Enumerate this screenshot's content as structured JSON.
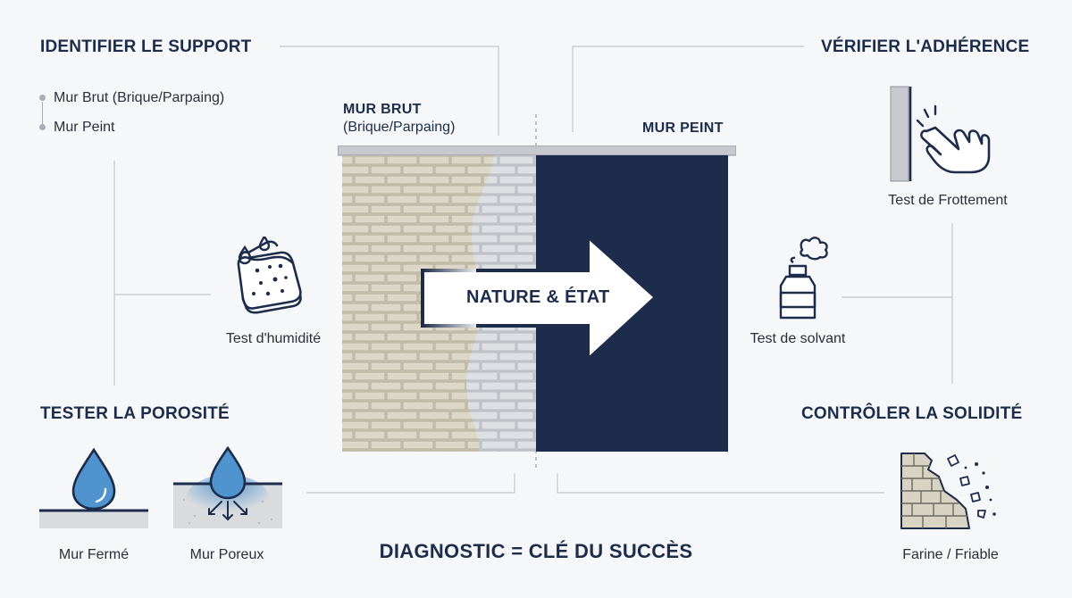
{
  "headings": {
    "identify": "IDENTIFIER LE SUPPORT",
    "adhesion": "VÉRIFIER L'ADHÉRENCE",
    "porosity": "TESTER LA POROSITÉ",
    "solidity": "CONTRÔLER LA SOLIDITÉ"
  },
  "support_types": [
    "Mur Brut (Brique/Parpaing)",
    "Mur Peint"
  ],
  "walls": {
    "raw_title": "MUR BRUT",
    "raw_subtitle": "(Brique/Parpaing)",
    "painted_title": "MUR PEINT",
    "arrow_label": "NATURE & ÉTAT"
  },
  "tests": {
    "humidity": "Test d'humidité",
    "rubbing": "Test de Frottement",
    "solvent": "Test de solvant",
    "closed_wall": "Mur Fermé",
    "porous_wall": "Mur Poreux",
    "friable": "Farine / Friable"
  },
  "footer": "DIAGNOSTIC = CLÉ DU SUCCÈS",
  "colors": {
    "navy": "#1d2c4b",
    "brick": "#d8d3c2",
    "water": "#4f93cf",
    "connector": "#c3c6cb",
    "background": "#f6f7f8"
  },
  "icons": [
    "sponge-icon",
    "hand-icon",
    "solvent-bottle-icon",
    "water-drop-icon",
    "crumbling-wall-icon"
  ]
}
